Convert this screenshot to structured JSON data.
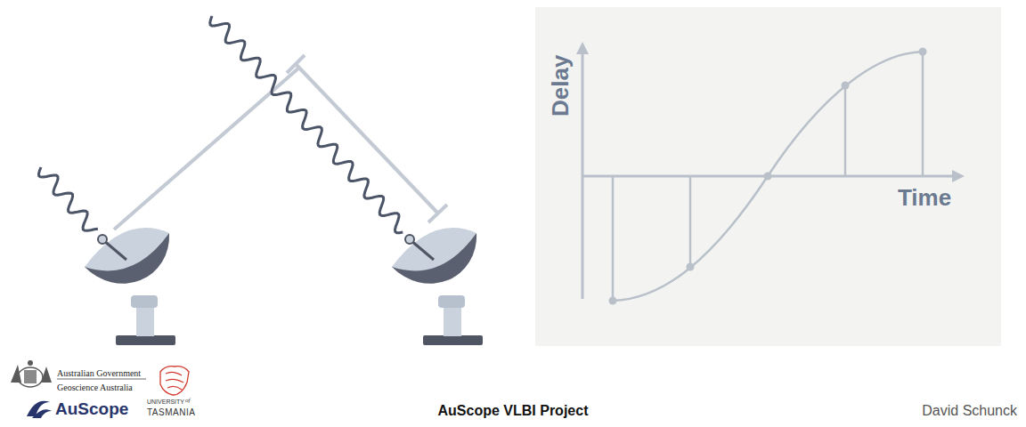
{
  "diagram": {
    "labels": [
      "Delay",
      "Time",
      "Australian Government",
      "Geoscience Australia",
      "AuScope",
      "UNIVERSITY",
      "of",
      "TASMANIA",
      "AuScope VLBI Project",
      "David Schunck"
    ]
  }
}
